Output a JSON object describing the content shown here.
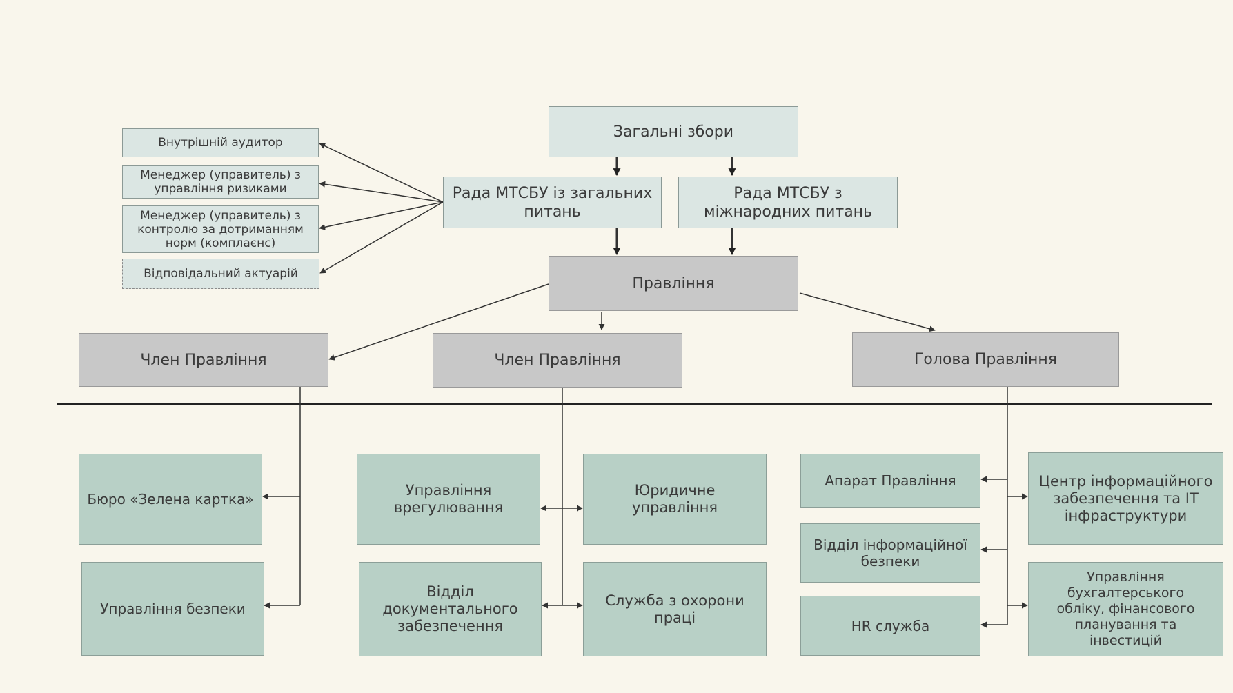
{
  "top": {
    "general_meeting": "Загальні збори",
    "council_general": "Рада МТСБУ із загальних питань",
    "council_international": "Рада МТСБУ з міжнародних питань",
    "board": "Правління"
  },
  "side_roles": [
    "Внутрішній аудитор",
    "Менеджер (управитель) з управління ризиками",
    "Менеджер (управитель) з контролю за дотриманням норм (комплаєнс)",
    "Відповідальний актуарій"
  ],
  "board_members": {
    "member_left": "Член Правління",
    "member_center": "Член Правління",
    "chairman": "Голова Правління"
  },
  "units": {
    "green_card_bureau": "Бюро «Зелена картка»",
    "security_dept": "Управління безпеки",
    "settlement_dept": "Управління врегулювання",
    "legal_dept": "Юридичне управління",
    "documentation_dept": "Відділ документального забезпечення",
    "labor_safety": "Служба з охорони праці",
    "board_office": "Апарат Правління",
    "it_center": "Центр інформаційного забезпечення та IT інфраструктури",
    "info_security_dept": "Відділ інформаційної безпеки",
    "hr_service": "HR служба",
    "accounting_dept": "Управління бухгалтерського обліку, фінансового планування та інвестицій"
  },
  "colors": {
    "background": "#f9f6ec",
    "light_box": "#dbe6e3",
    "gray_box": "#c8c8c8",
    "green_box": "#b8d0c6",
    "line": "#333333"
  }
}
